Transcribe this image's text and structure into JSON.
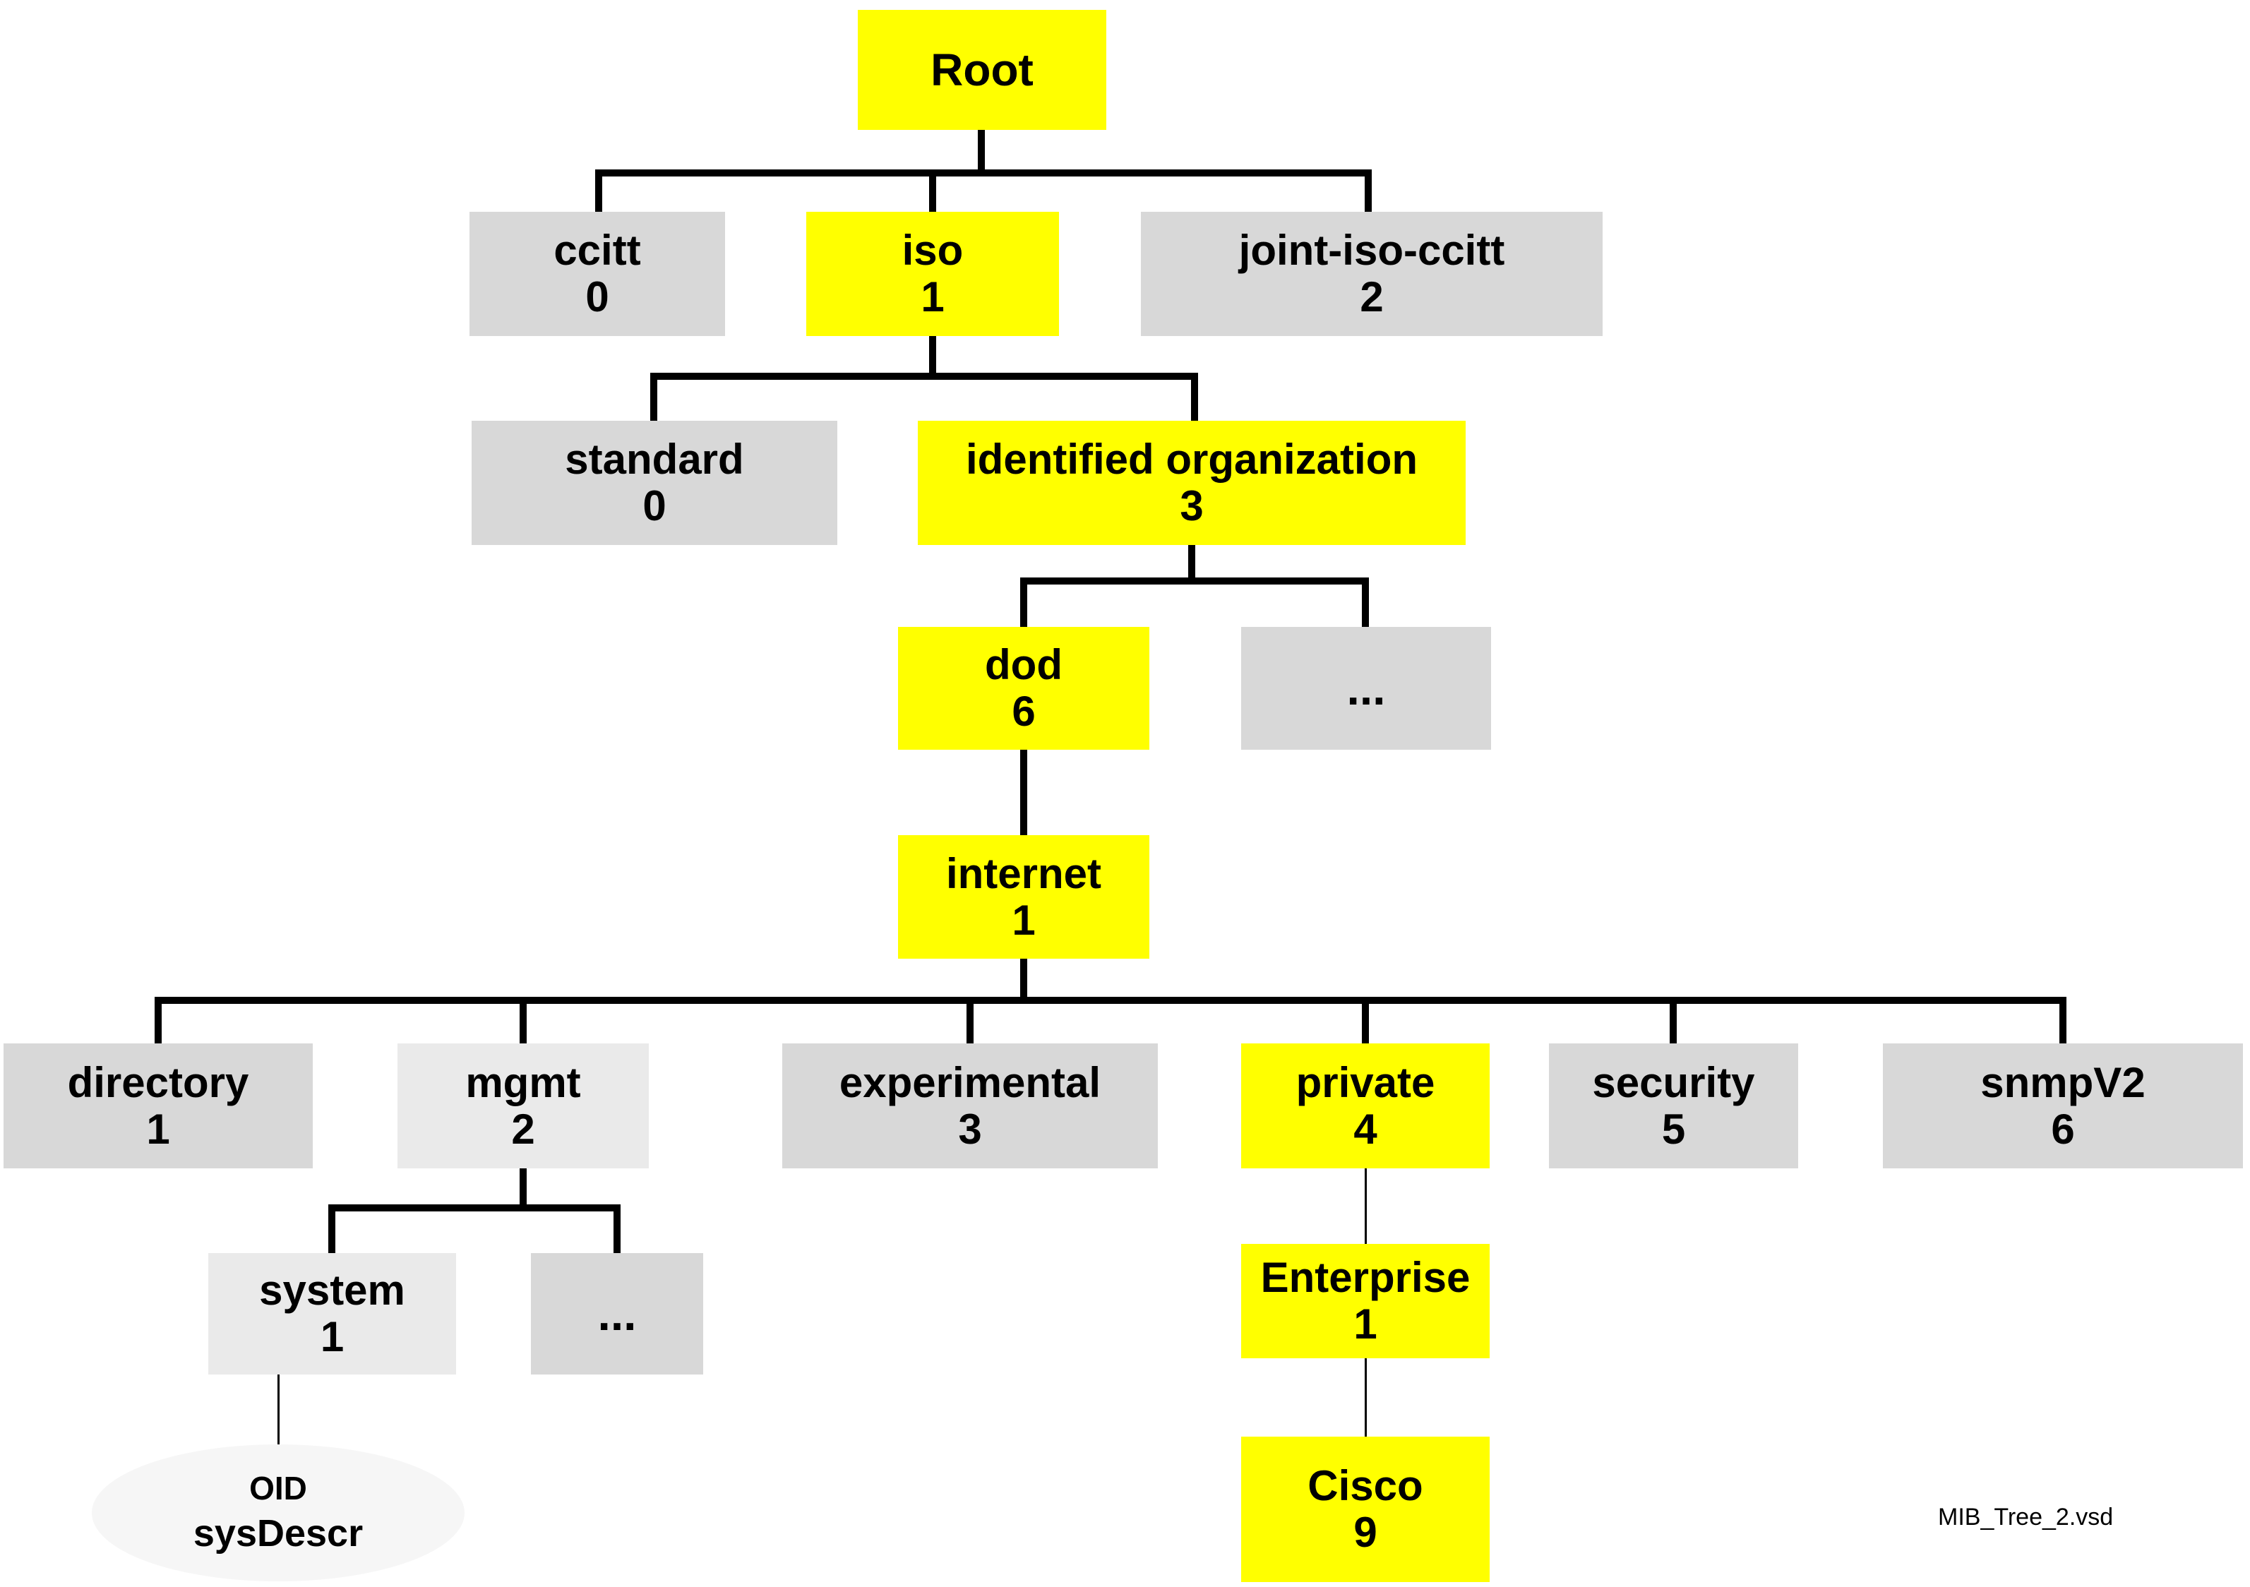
{
  "diagram": {
    "type": "tree",
    "description": "SNMP MIB object identifier tree",
    "file_label": "MIB_Tree_2.vsd",
    "colors": {
      "highlight_node": "#FFFF00",
      "normal_node": "#D8D8D8",
      "light_node": "#EAEAEA",
      "leaf_ellipse": "#F6F6F6",
      "connector": "#000000",
      "background": "#FFFFFF"
    },
    "nodes": {
      "root": {
        "label": "Root"
      },
      "ccitt": {
        "label": "ccitt",
        "number": "0"
      },
      "iso": {
        "label": "iso",
        "number": "1"
      },
      "joint": {
        "label": "joint-iso-ccitt",
        "number": "2"
      },
      "standard": {
        "label": "standard",
        "number": "0"
      },
      "identified": {
        "label": "identified organization",
        "number": "3"
      },
      "dod": {
        "label": "dod",
        "number": "6"
      },
      "iso_other": {
        "label": "..."
      },
      "internet": {
        "label": "internet",
        "number": "1"
      },
      "directory": {
        "label": "directory",
        "number": "1"
      },
      "mgmt": {
        "label": "mgmt",
        "number": "2"
      },
      "experimental": {
        "label": "experimental",
        "number": "3"
      },
      "private": {
        "label": "private",
        "number": "4"
      },
      "security": {
        "label": "security",
        "number": "5"
      },
      "snmpv2": {
        "label": "snmpV2",
        "number": "6"
      },
      "system": {
        "label": "system",
        "number": "1"
      },
      "mgmt_other": {
        "label": "..."
      },
      "enterprise": {
        "label": "Enterprise",
        "number": "1"
      },
      "cisco": {
        "label": "Cisco",
        "number": "9"
      },
      "oid_leaf": {
        "label": "OID",
        "sublabel": "sysDescr"
      }
    }
  }
}
